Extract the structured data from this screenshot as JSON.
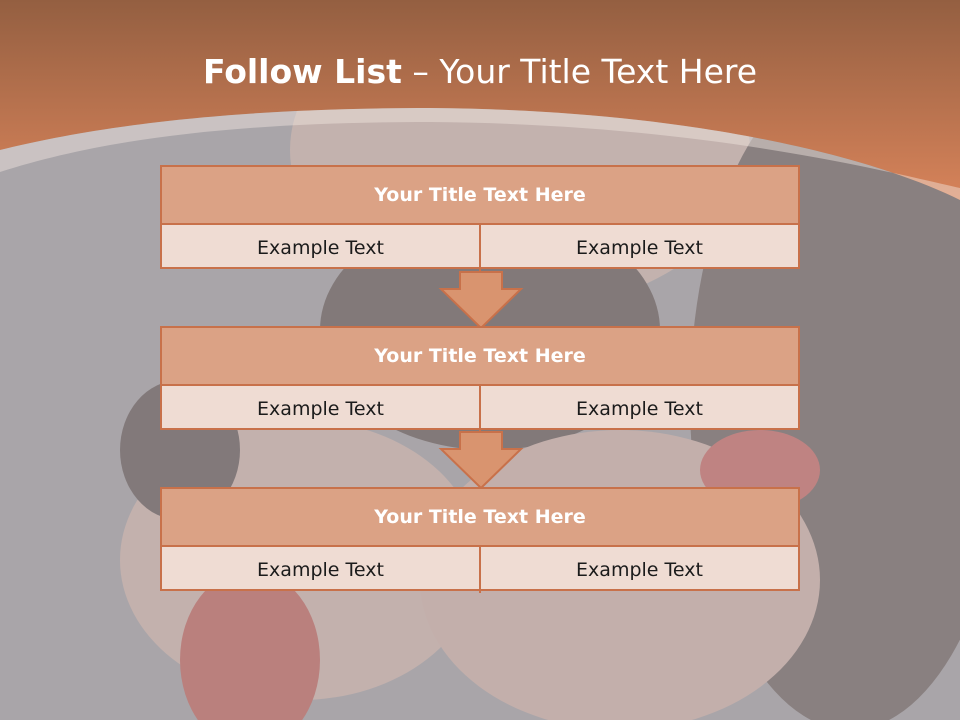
{
  "slide": {
    "title_bold": "Follow List",
    "title_rest": " – Your Title Text Here"
  },
  "colors": {
    "header": "#c7714a",
    "box_border": "#c8714a",
    "box_header": "#dba285",
    "box_body": "#efdcd3"
  },
  "steps": [
    {
      "title": "Your Title Text Here",
      "left": "Example Text",
      "right": "Example Text"
    },
    {
      "title": "Your Title Text Here",
      "left": "Example Text",
      "right": "Example Text"
    },
    {
      "title": "Your Title Text Here",
      "left": "Example Text",
      "right": "Example Text"
    }
  ]
}
